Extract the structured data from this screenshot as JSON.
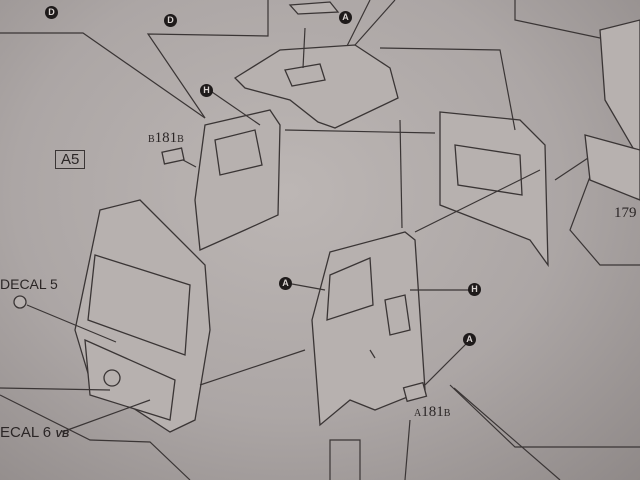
{
  "step_label": "A5",
  "callouts": {
    "a": "A",
    "h": "H",
    "d": "D"
  },
  "parts": {
    "roof_detail_left": {
      "prefix": "B",
      "number": "181",
      "suffix": "B"
    },
    "roof_detail_right": {
      "prefix": "A",
      "number": "181",
      "suffix": "B"
    },
    "side_part": "179"
  },
  "decals": {
    "decal5": "DECAL 5",
    "decal6": "ECAL 6",
    "decal6_suffix": "VB"
  },
  "colors": {
    "paper": "#aca6a5",
    "ink": "#3a3535"
  }
}
